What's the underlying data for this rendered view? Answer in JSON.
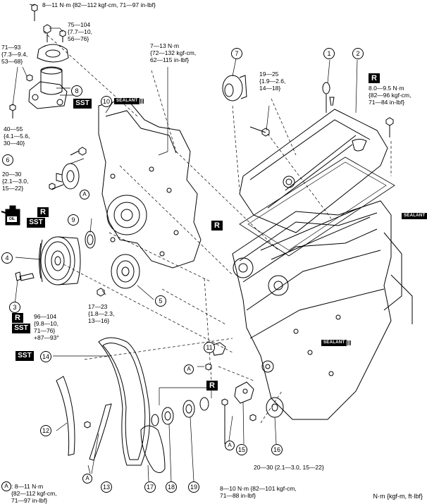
{
  "torque_specs": {
    "top_bolt": "8—11 N·m {82—112 kgf-cm, 71—97 in-lbf}",
    "mount_75_104": "75—104\n{7.7—10,\n56—76}",
    "mount_71_93": "71—93\n{7.3—9.4,\n53—68}",
    "cover_7_13": "7—13 N·m\n{72—132 kgf-cm,\n62—115 in-lbf}",
    "spec_19_25": "19—25\n{1.9—2.6,\n14—18}",
    "head_cover_8_95": "8.0—9.5 N·m\n{82—96 kgf-cm,\n71—84 in-lbf}",
    "spec_40_55": "40—55\n{4.1—5.6,\n30—40}",
    "spec_20_30_left": "20—30\n{2.1—3.0,\n15—22}",
    "spec_17_23": "17—23\n{1.8—2.3,\n13—16}",
    "pulley_96_104": "96—104\n{9.8—10,\n71—76}\n+87—93°",
    "spec_20_30_bottom": "20—30 {2.1—3.0, 15—22}",
    "spec_8_10_bottom": "8—10 N·m {82—101 kgf-cm,\n71—88 in-lbf}",
    "note_a": ": 8—11 N·m\n{82—112 kgf-cm,\n71—97 in-lbf}"
  },
  "callouts": {
    "c1": "1",
    "c2": "2",
    "c3": "3",
    "c4": "4",
    "c5": "5",
    "c6": "6",
    "c7": "7",
    "c8": "8",
    "c9": "9",
    "c10": "10",
    "c11": "11",
    "c12": "12",
    "c13": "13",
    "c14": "14",
    "c15": "15",
    "c16": "16",
    "c17": "17",
    "c18": "18",
    "c19": "19",
    "a": "A"
  },
  "badges": {
    "replace": "R",
    "sst": "SST",
    "sealant": "SEALANT",
    "oil": "OIL"
  },
  "units": "N·m {kgf-m, ft·lbf}"
}
